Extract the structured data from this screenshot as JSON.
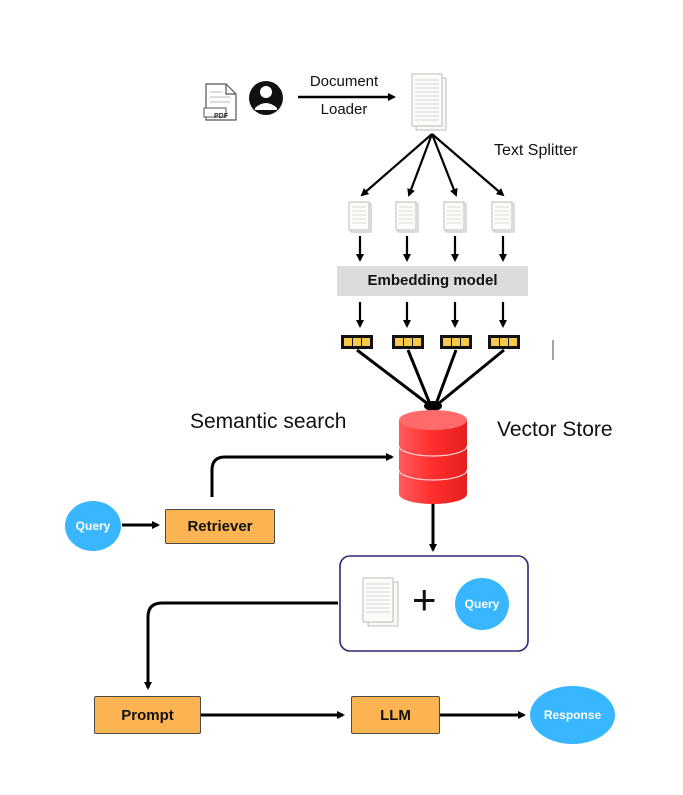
{
  "loader": {
    "line1": "Document",
    "line2": "Loader"
  },
  "pdf_label": "PDF",
  "text_splitter": "Text Splitter",
  "embedding_model": "Embedding model",
  "semantic_search": "Semantic search",
  "vector_store": "Vector Store",
  "query_left": "Query",
  "retriever": "Retriever",
  "plus": "+",
  "query_right": "Query",
  "prompt": "Prompt",
  "llm": "LLM",
  "response": "Response",
  "colors": {
    "orange_box": "#fbb451",
    "blue_circle": "#38b6ff",
    "vector_store_red": "#ff3b3b",
    "embedding_bar": "#dcdcdc",
    "vector_chip": "#f7c948",
    "context_border": "#2b2777"
  }
}
